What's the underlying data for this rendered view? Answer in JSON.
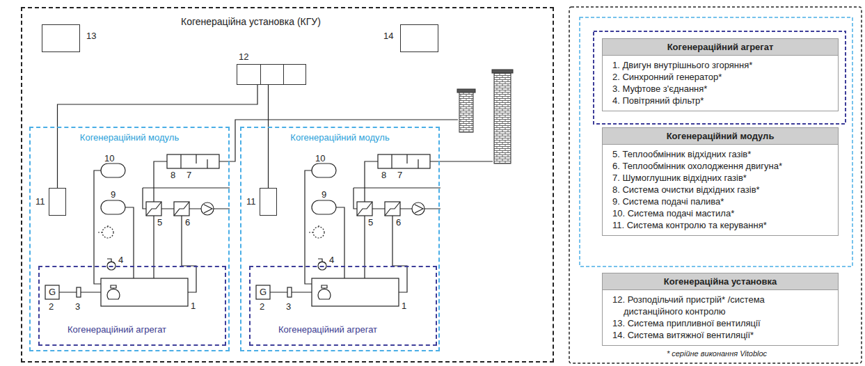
{
  "diagram": {
    "nodes": [
      {
        "text": [
          "Когенераційна установка (КГУ)"
        ]
      },
      {
        "text": [
          "13"
        ],
        "in": 0
      },
      {
        "text": [
          "14"
        ],
        "in": 0
      },
      {
        "text": [
          "12"
        ],
        "in": 0
      },
      {
        "text": [
          "Когенераційний модуль"
        ],
        "in": 0
      },
      {
        "text": [
          "11"
        ],
        "in": 4
      },
      {
        "text": [
          "Когенераційний агрегат"
        ],
        "in": 4
      },
      {
        "text": [
          "Когенераційний модуль"
        ],
        "in": 0
      },
      {
        "text": [
          "11"
        ],
        "in": 7
      },
      {
        "text": [
          "Когенераційний агрегат"
        ],
        "in": 7
      },
      {
        "text": [
          "Когенераційний агрегат",
          "1. Двигун внутрішнього згоряння*",
          "2. Синхронний генератор*",
          "3. Муфтове з'єднання*",
          "4. Повітряний фільтр*"
        ]
      },
      {
        "text": [
          "Когенераційний модуль",
          "5. Теплообмінник відхідних газів*",
          "6. Теплообмінник охолодження двигуна*",
          "7. Шумоглушник відхідних газів*",
          "8. Система очистки відхідних газів*",
          "9. Система подачі палива*",
          "10. Система подачі мастила*",
          "11. Система контролю та керування*"
        ]
      },
      {
        "text": [
          "Когенераційна установка",
          "12. Розподільчий пристрій* /система дистанційного контролю",
          "13. Система припливної вентиляції",
          "14. Система витяжної вентиляції*"
        ]
      }
    ],
    "edges": [
      {
        "from": 3,
        "to": 5,
        "arrow": "none"
      },
      {
        "from": 3,
        "to": 8,
        "arrow": "none"
      }
    ],
    "labels": [
      "10",
      "9",
      "8",
      "7",
      "5",
      "6",
      "4",
      "G",
      "2",
      "3",
      "1",
      "10",
      "9",
      "8",
      "7",
      "5",
      "6",
      "4",
      "G",
      "2",
      "3",
      "1",
      "* серійне виконання Vitobloc"
    ]
  }
}
